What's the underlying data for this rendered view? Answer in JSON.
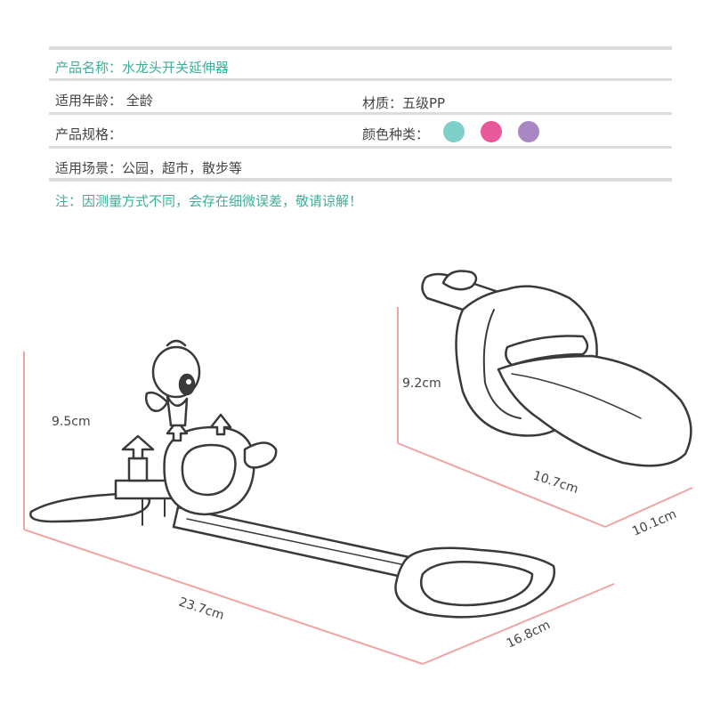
{
  "spec": {
    "name_label": "产品名称：水龙头开关延伸器",
    "age_label": "适用年龄：  全龄",
    "material_label": "材质：五级PP",
    "size_label": "产品规格：",
    "colors_label": "颜色种类：",
    "colors": [
      "#7ecfc8",
      "#e8599a",
      "#a987c4"
    ],
    "scene_label": "适用场景：公园，超市，散步等",
    "note": "注：因测量方式不同，会存在细微误差，敬请谅解！"
  },
  "product_left": {
    "height": "9.5cm",
    "length": "23.7cm",
    "depth": "16.8cm"
  },
  "product_right": {
    "height": "9.2cm",
    "length": "10.7cm",
    "depth": "10.1cm"
  },
  "accent": {
    "teal": "#3fae98",
    "dimension_line": "#f0a5a5",
    "outline": "#3a3a3a"
  }
}
